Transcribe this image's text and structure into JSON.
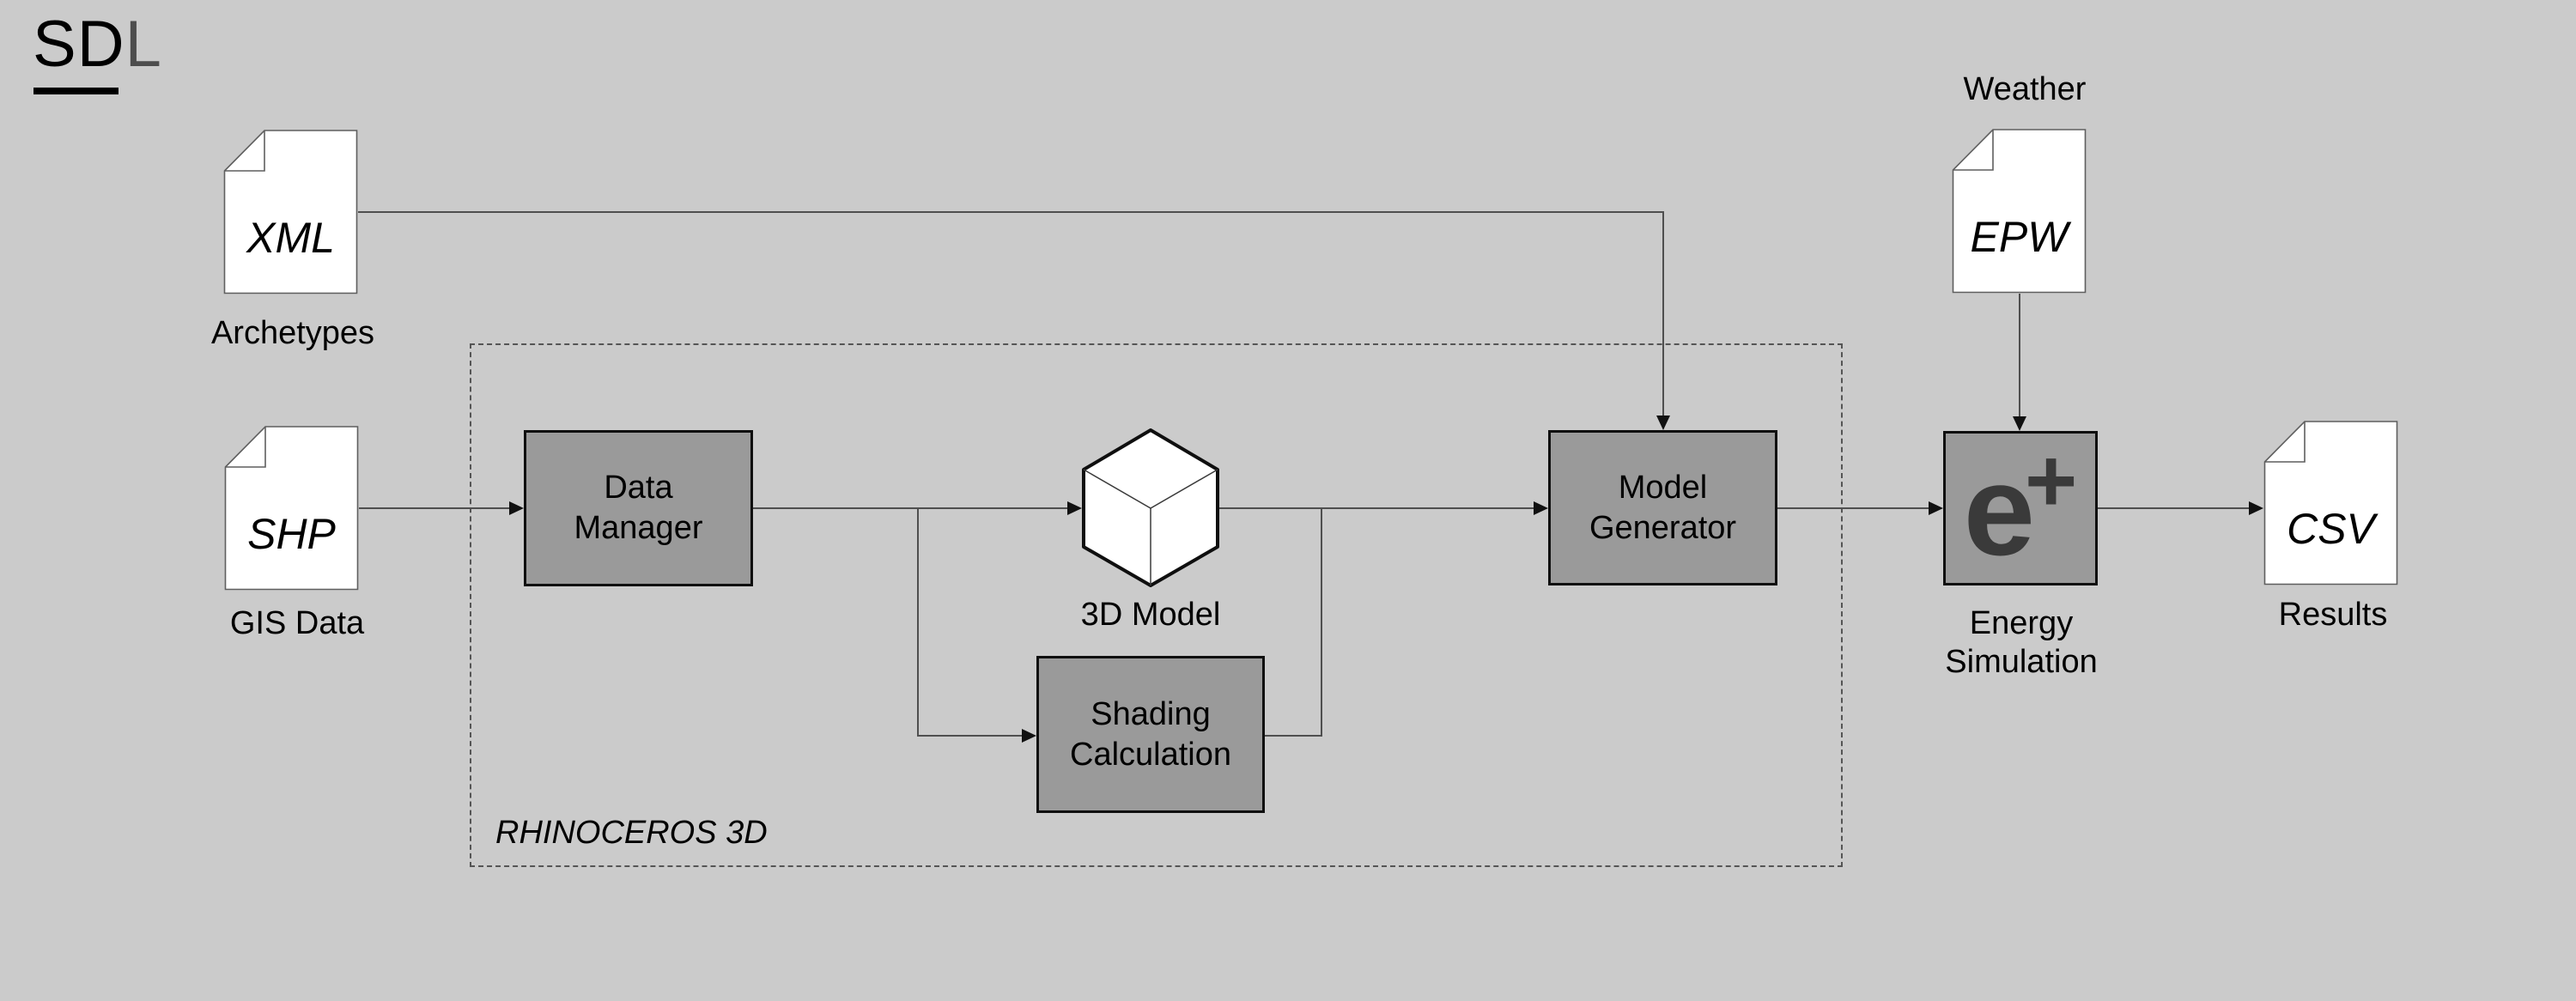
{
  "colors": {
    "background": "#cbcbcb",
    "box_fill": "#9a9a9a",
    "box_border": "#0f0f0f",
    "doc_fill": "#ffffff",
    "doc_border": "#5f5f5f",
    "line": "#4f4f4f",
    "arrow": "#111111",
    "logo_secondary": "#4d4d4d",
    "eplus_glyph": "#3a3a3a",
    "dashed_border": "#555555"
  },
  "logo": {
    "primary": "SD",
    "secondary": "L"
  },
  "container": {
    "label": "RHINOCEROS 3D"
  },
  "docs": {
    "xml": {
      "type": "XML",
      "label": "Archetypes"
    },
    "epw": {
      "type": "EPW",
      "label": "Weather"
    },
    "shp": {
      "type": "SHP",
      "label": "GIS Data"
    },
    "csv": {
      "type": "CSV",
      "label": "Results"
    }
  },
  "boxes": {
    "data_manager": {
      "line1": "Data",
      "line2": "Manager"
    },
    "model_generator": {
      "line1": "Model",
      "line2": "Generator"
    },
    "shading_calculation": {
      "line1": "Shading",
      "line2": "Calculation"
    }
  },
  "cube": {
    "label": "3D Model"
  },
  "energy": {
    "glyph_e": "e",
    "glyph_plus": "+",
    "line1": "Energy",
    "line2": "Simulation"
  }
}
